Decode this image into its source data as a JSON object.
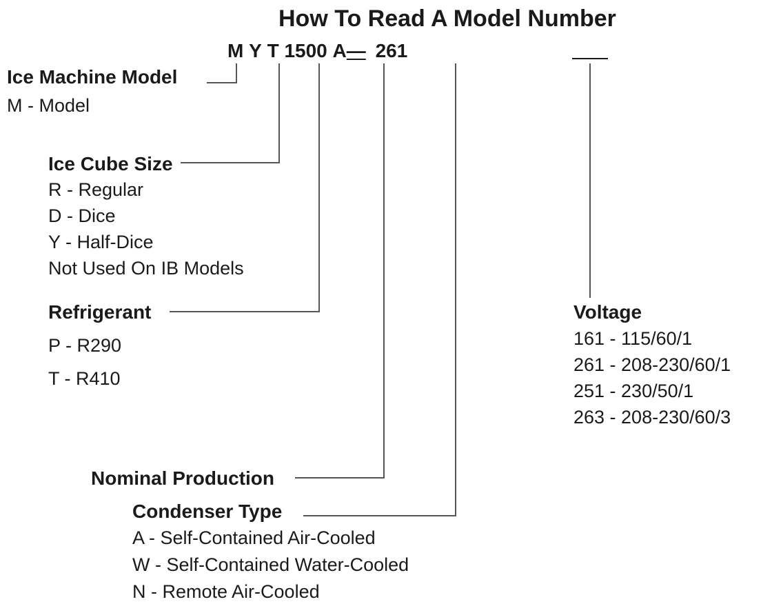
{
  "title": "How To Read A Model Number",
  "model": {
    "c1": "M",
    "c2": "Y",
    "c3": "T",
    "c4": "1500",
    "c5": "A",
    "c6": "—",
    "c7": "261"
  },
  "sections": {
    "ice_machine_model": {
      "title": "Ice Machine Model",
      "items": [
        "M - Model"
      ]
    },
    "ice_cube_size": {
      "title": "Ice Cube Size",
      "items": [
        "R - Regular",
        "D - Dice",
        "Y - Half-Dice",
        "Not Used On IB Models"
      ]
    },
    "refrigerant": {
      "title": "Refrigerant",
      "items": [
        "P - R290",
        "T - R410"
      ]
    },
    "nominal_production": {
      "title": "Nominal Production"
    },
    "condenser_type": {
      "title": "Condenser Type",
      "items": [
        "A - Self-Contained Air-Cooled",
        "W - Self-Contained Water-Cooled",
        "N - Remote Air-Cooled"
      ]
    },
    "voltage": {
      "title": "Voltage",
      "items": [
        "161 - 115/60/1",
        "261 - 208-230/60/1",
        "251 - 230/50/1",
        "263 - 208-230/60/3"
      ]
    }
  },
  "colors": {
    "text": "#1a1a1a",
    "lines": "#555555"
  }
}
